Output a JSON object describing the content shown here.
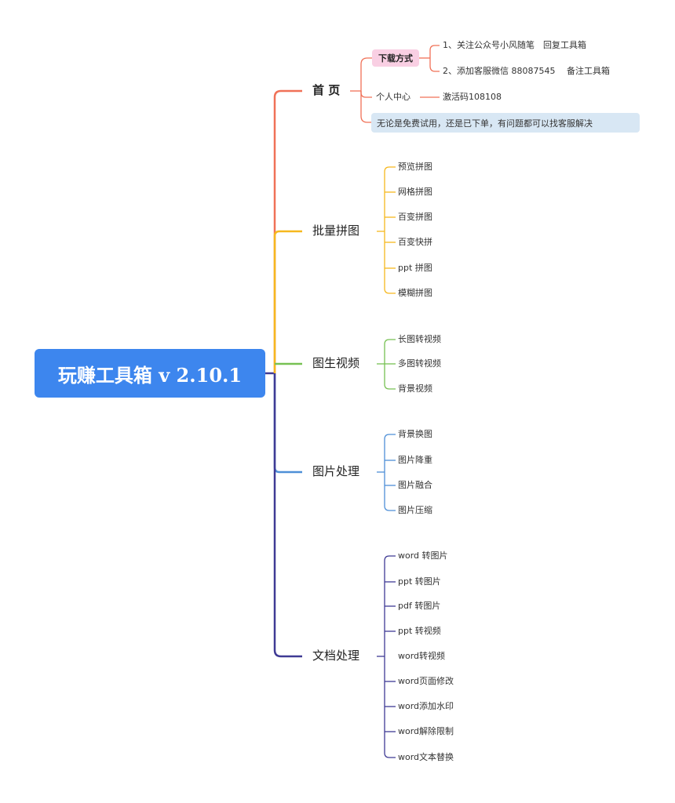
{
  "root": {
    "title": "玩赚工具箱 v 2.10.1"
  },
  "colors": {
    "root_bg": "#3d86ee",
    "home": "#f07157",
    "batch": "#f6b81e",
    "video": "#77c153",
    "image": "#4e8fd7",
    "doc": "#3f3a94"
  },
  "home": {
    "label": "首 页",
    "download": {
      "label": "下载方式",
      "items": [
        "1、关注公众号小风随笔　回复工具箱",
        "2、添加客服微信 88087545　 备注工具箱"
      ]
    },
    "personal": {
      "label": "个人中心",
      "code": "激活码108108"
    },
    "note": "无论是免费试用，还是已下单，有问题都可以找客服解决"
  },
  "batch": {
    "label": "批量拼图",
    "items": [
      "预览拼图",
      "网格拼图",
      "百变拼图",
      "百变快拼",
      "ppt 拼图",
      "模糊拼图"
    ]
  },
  "video": {
    "label": "图生视频",
    "items": [
      "长图转视频",
      "多图转视频",
      "背景视频"
    ]
  },
  "image": {
    "label": "图片处理",
    "items": [
      "背景换图",
      "图片降重",
      "图片融合",
      "图片压缩"
    ]
  },
  "doc": {
    "label": "文档处理",
    "items": [
      "word 转图片",
      "ppt 转图片",
      "pdf 转图片",
      "ppt 转视频",
      "word转视频",
      "word页面修改",
      "word添加水印",
      "word解除限制",
      "word文本替换"
    ]
  }
}
